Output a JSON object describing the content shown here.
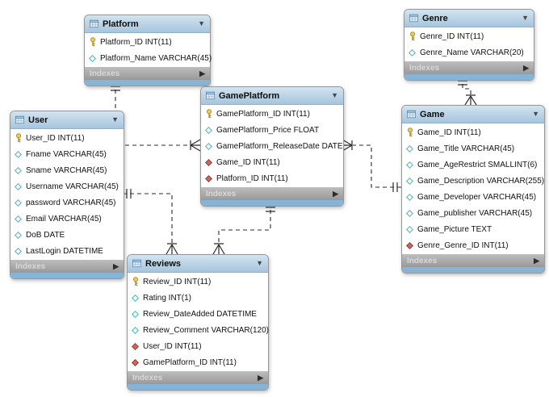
{
  "icons": {
    "collapse_glyph": "▼",
    "indexes_arrow_glyph": "▶"
  },
  "colors": {
    "header_blue_top": "#d2e4f0",
    "header_blue_bottom": "#a6c5dd",
    "panel_bottom_strip": "#86b4d6",
    "footer_grey": "#a8a8a8",
    "primary_key_gold": "#f2cf58",
    "column_diamond_teal": "#4eb4b4",
    "foreign_key_red": "#cd6a60",
    "connector_black": "#2b2b2b"
  },
  "diagram": {
    "tables": [
      {
        "name": "Platform",
        "footer_label": "Indexes",
        "columns": [
          {
            "icon": "key-icon",
            "label": "Platform_ID INT(11)"
          },
          {
            "icon": "column-icon",
            "label": "Platform_Name VARCHAR(45)"
          }
        ]
      },
      {
        "name": "Genre",
        "footer_label": "Indexes",
        "columns": [
          {
            "icon": "key-icon",
            "label": "Genre_ID INT(11)"
          },
          {
            "icon": "column-icon",
            "label": "Genre_Name VARCHAR(20)"
          }
        ]
      },
      {
        "name": "GamePlatform",
        "footer_label": "Indexes",
        "columns": [
          {
            "icon": "key-icon",
            "label": "GamePlatform_ID INT(11)"
          },
          {
            "icon": "column-icon",
            "label": "GamePlatform_Price FLOAT"
          },
          {
            "icon": "column-icon",
            "label": "GamePlatform_ReleaseDate DATE"
          },
          {
            "icon": "fk-icon",
            "label": "Game_ID INT(11)"
          },
          {
            "icon": "fk-icon",
            "label": "Platform_ID INT(11)"
          }
        ]
      },
      {
        "name": "User",
        "footer_label": "Indexes",
        "columns": [
          {
            "icon": "key-icon",
            "label": "User_ID INT(11)"
          },
          {
            "icon": "column-icon",
            "label": "Fname VARCHAR(45)"
          },
          {
            "icon": "column-icon",
            "label": "Sname VARCHAR(45)"
          },
          {
            "icon": "column-icon",
            "label": "Username VARCHAR(45)"
          },
          {
            "icon": "column-icon",
            "label": "password VARCHAR(45)"
          },
          {
            "icon": "column-icon",
            "label": "Email VARCHAR(45)"
          },
          {
            "icon": "column-icon",
            "label": "DoB DATE"
          },
          {
            "icon": "column-icon",
            "label": "LastLogin DATETIME"
          }
        ]
      },
      {
        "name": "Game",
        "footer_label": "Indexes",
        "columns": [
          {
            "icon": "key-icon",
            "label": "Game_ID INT(11)"
          },
          {
            "icon": "column-icon",
            "label": "Game_Title VARCHAR(45)"
          },
          {
            "icon": "column-icon",
            "label": "Game_AgeRestrict SMALLINT(6)"
          },
          {
            "icon": "column-icon",
            "label": "Game_Description VARCHAR(255)"
          },
          {
            "icon": "column-icon",
            "label": "Game_Developer VARCHAR(45)"
          },
          {
            "icon": "column-icon",
            "label": "Game_publisher VARCHAR(45)"
          },
          {
            "icon": "column-icon",
            "label": "Game_Picture TEXT"
          },
          {
            "icon": "fk-icon",
            "label": "Genre_Genre_ID INT(11)"
          }
        ]
      },
      {
        "name": "Reviews",
        "footer_label": "Indexes",
        "columns": [
          {
            "icon": "key-icon",
            "label": "Review_ID INT(11)"
          },
          {
            "icon": "column-icon",
            "label": "Rating INT(1)"
          },
          {
            "icon": "column-icon",
            "label": "Review_DateAdded DATETIME"
          },
          {
            "icon": "column-icon",
            "label": "Review_Comment VARCHAR(120)"
          },
          {
            "icon": "fk-icon",
            "label": "User_ID INT(11)"
          },
          {
            "icon": "fk-icon",
            "label": "GamePlatform_ID INT(11)"
          }
        ]
      }
    ],
    "relationships": [
      {
        "from": "Platform",
        "to": "GamePlatform",
        "from_cardinality": "one",
        "to_cardinality": "many",
        "line": "dashed"
      },
      {
        "from": "Genre",
        "to": "Game",
        "from_cardinality": "one",
        "to_cardinality": "many",
        "line": "dashed"
      },
      {
        "from": "Game",
        "to": "GamePlatform",
        "from_cardinality": "one",
        "to_cardinality": "many",
        "line": "dashed"
      },
      {
        "from": "User",
        "to": "Reviews",
        "from_cardinality": "one",
        "to_cardinality": "many",
        "line": "dashed"
      },
      {
        "from": "GamePlatform",
        "to": "Reviews",
        "from_cardinality": "one",
        "to_cardinality": "many",
        "line": "dashed"
      }
    ]
  }
}
